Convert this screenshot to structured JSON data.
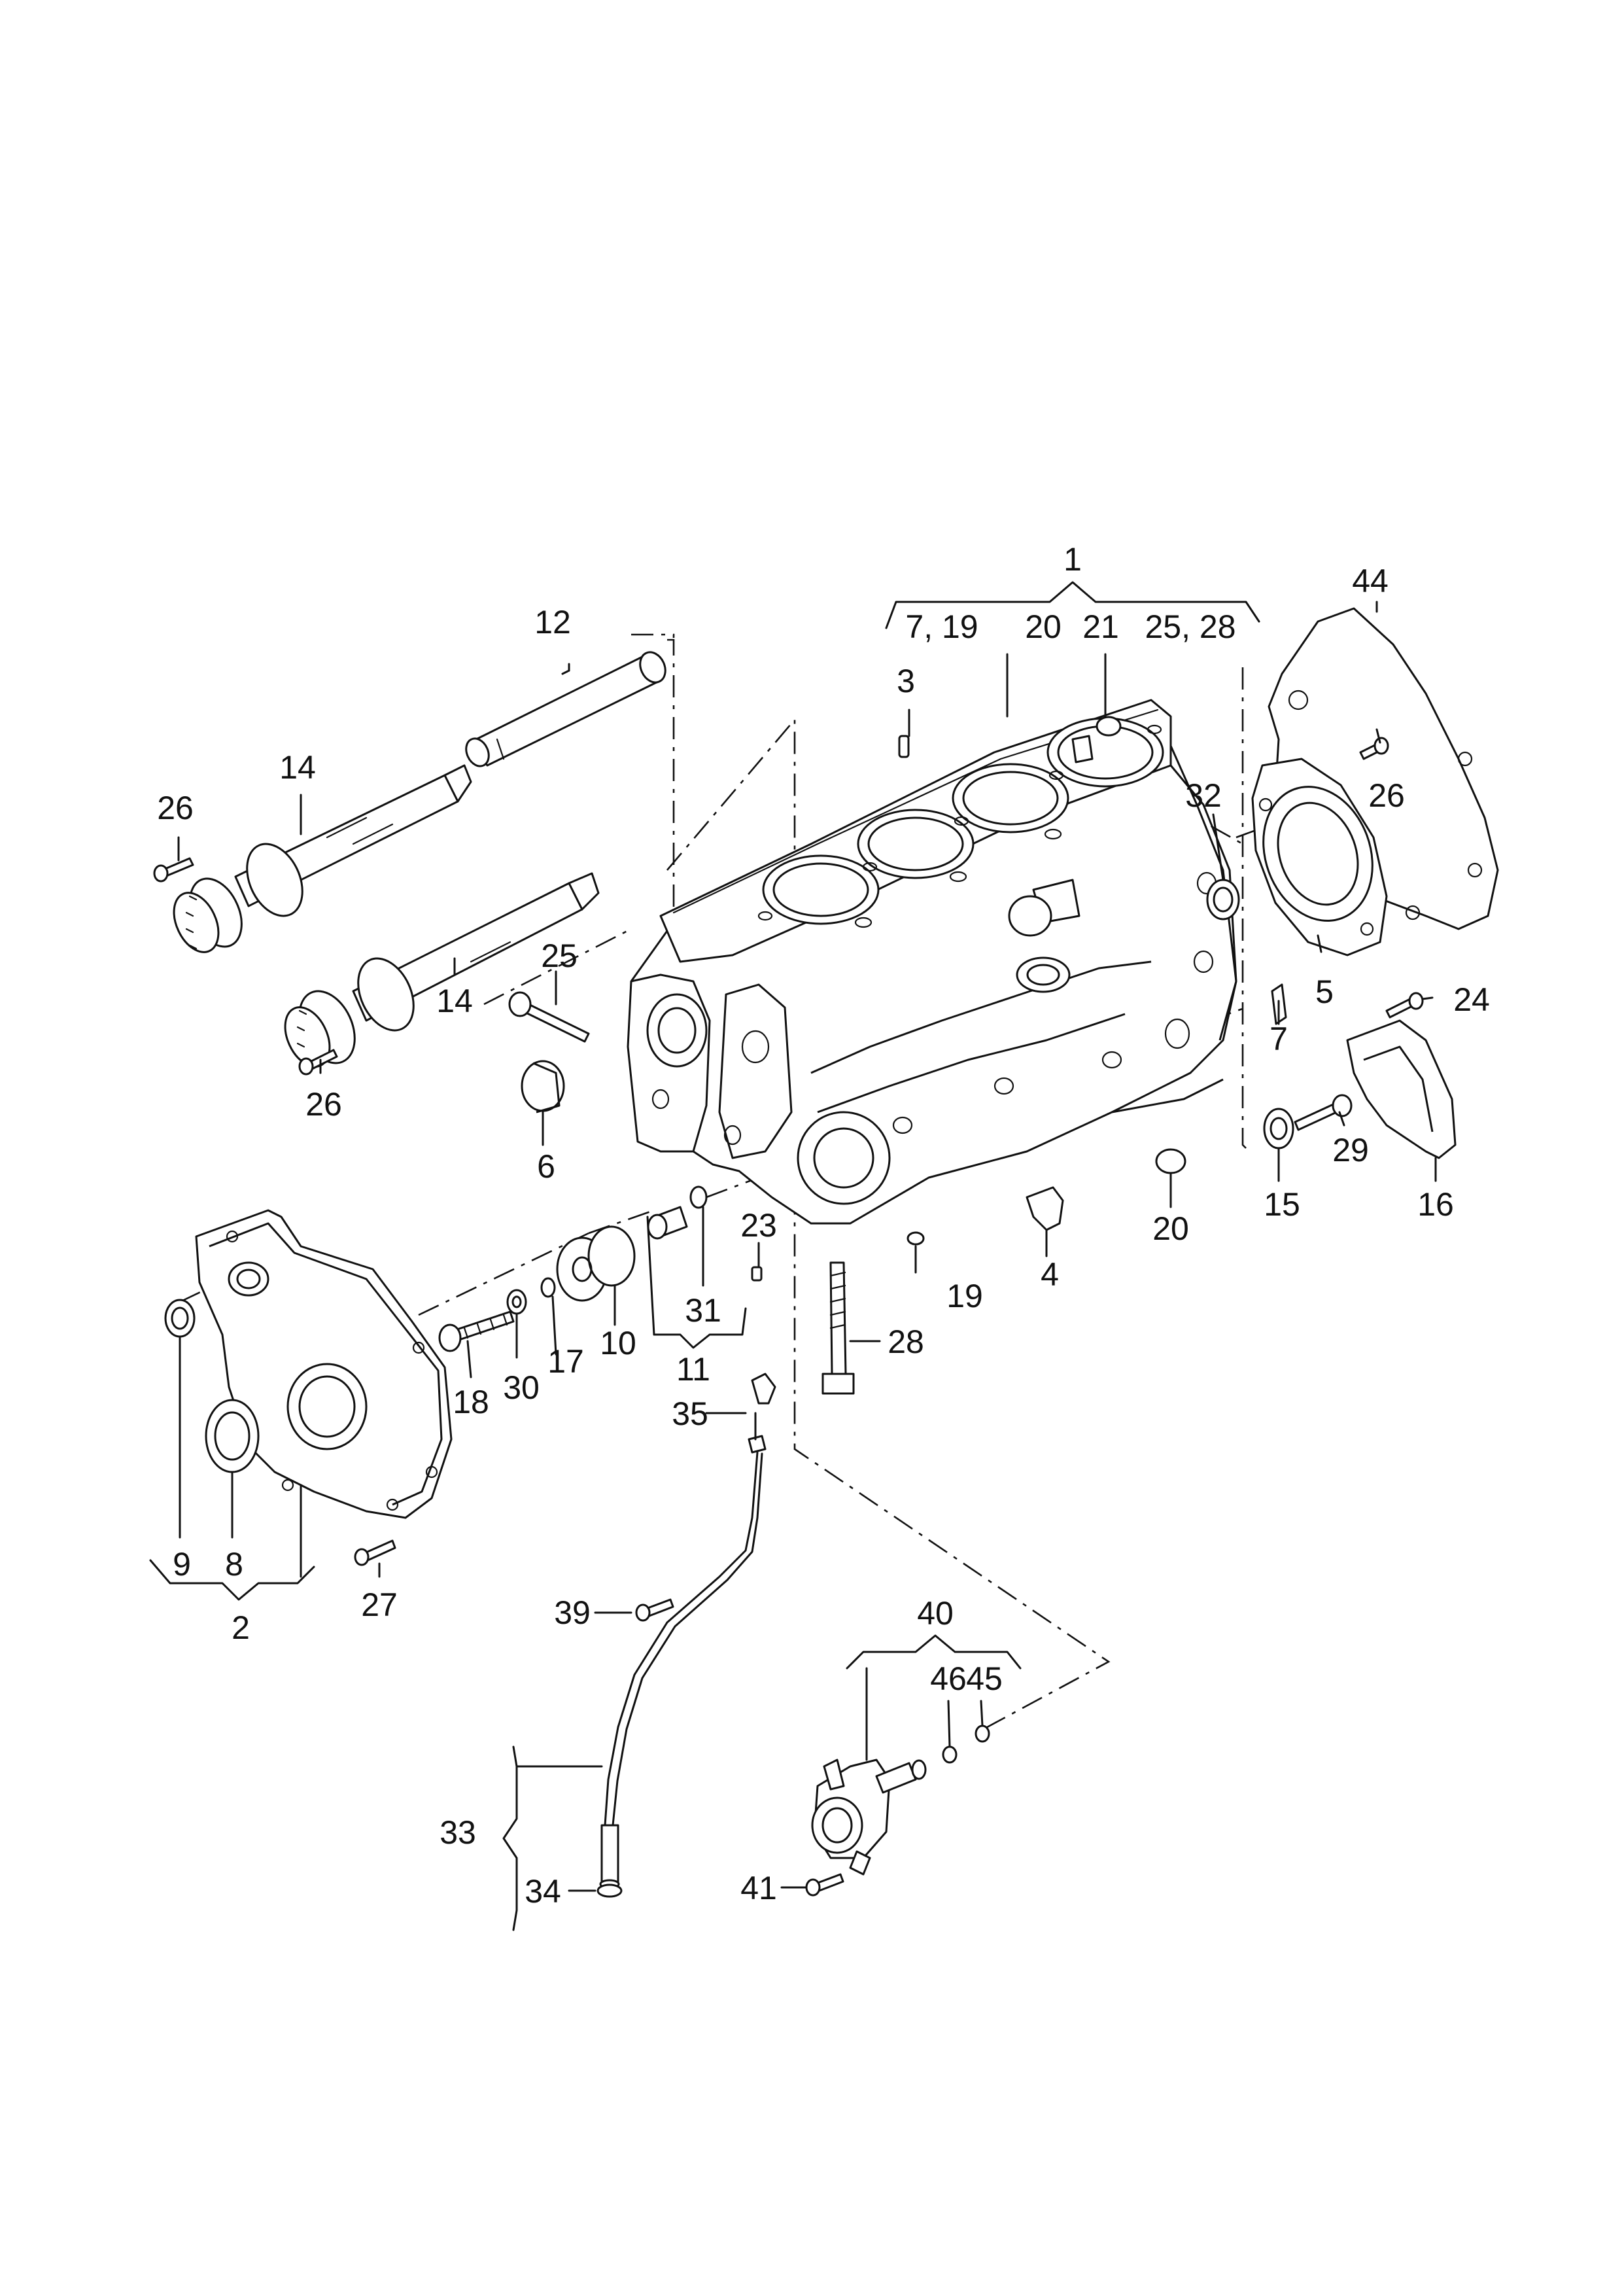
{
  "callouts": [
    {
      "id": "c1",
      "text": "1"
    },
    {
      "id": "c7-19",
      "text": "7, 19"
    },
    {
      "id": "c20a",
      "text": "20"
    },
    {
      "id": "c21",
      "text": "21"
    },
    {
      "id": "c25-28",
      "text": "25, 28"
    },
    {
      "id": "c44",
      "text": "44"
    },
    {
      "id": "c12",
      "text": "12"
    },
    {
      "id": "c3",
      "text": "3"
    },
    {
      "id": "c14a",
      "text": "14"
    },
    {
      "id": "c26a",
      "text": "26"
    },
    {
      "id": "c32",
      "text": "32"
    },
    {
      "id": "c26b",
      "text": "26"
    },
    {
      "id": "c25",
      "text": "25"
    },
    {
      "id": "c14b",
      "text": "14"
    },
    {
      "id": "c5",
      "text": "5"
    },
    {
      "id": "c24",
      "text": "24"
    },
    {
      "id": "c7",
      "text": "7"
    },
    {
      "id": "c26c",
      "text": "26"
    },
    {
      "id": "c6",
      "text": "6"
    },
    {
      "id": "c29",
      "text": "29"
    },
    {
      "id": "c15",
      "text": "15"
    },
    {
      "id": "c16",
      "text": "16"
    },
    {
      "id": "c23",
      "text": "23"
    },
    {
      "id": "c20b",
      "text": "20"
    },
    {
      "id": "c4",
      "text": "4"
    },
    {
      "id": "c19",
      "text": "19"
    },
    {
      "id": "c31",
      "text": "31"
    },
    {
      "id": "c17",
      "text": "17"
    },
    {
      "id": "c10",
      "text": "10"
    },
    {
      "id": "c28",
      "text": "28"
    },
    {
      "id": "c18",
      "text": "18"
    },
    {
      "id": "c30",
      "text": "30"
    },
    {
      "id": "c11",
      "text": "11"
    },
    {
      "id": "c35",
      "text": "35"
    },
    {
      "id": "c9",
      "text": "9"
    },
    {
      "id": "c8",
      "text": "8"
    },
    {
      "id": "c2",
      "text": "2"
    },
    {
      "id": "c27",
      "text": "27"
    },
    {
      "id": "c39",
      "text": "39"
    },
    {
      "id": "c40",
      "text": "40"
    },
    {
      "id": "c46",
      "text": "46"
    },
    {
      "id": "c45",
      "text": "45"
    },
    {
      "id": "c33",
      "text": "33"
    },
    {
      "id": "c34",
      "text": "34"
    },
    {
      "id": "c41",
      "text": "41"
    }
  ]
}
